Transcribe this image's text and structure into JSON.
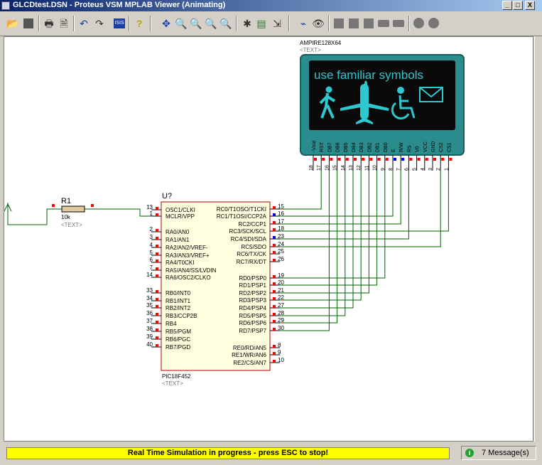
{
  "window": {
    "title": "GLCDtest.DSN - Proteus VSM MPLAB Viewer (Animating)",
    "buttons": [
      "_",
      "□",
      "X"
    ]
  },
  "toolbar": {
    "icons": [
      "open-icon",
      "save-icon",
      "print-icon",
      "print-area-icon",
      "undo-icon",
      "redo-icon",
      "isis-icon",
      "help-icon",
      "pan-icon",
      "zoom-in-icon",
      "zoom-out-icon",
      "zoom-all-icon",
      "zoom-area-icon",
      "debug-icon",
      "source-icon",
      "step-icon",
      "chart-icon",
      "watch-icon",
      "block-icon-1",
      "block-icon-2",
      "block-icon-3",
      "block-icon-4",
      "block-icon-5",
      "circle-icon-1",
      "circle-icon-2"
    ]
  },
  "schematic": {
    "resistor": {
      "ref": "R1",
      "value": "10k",
      "text": "<TEXT>"
    },
    "mcu": {
      "ref": "U?",
      "part": "PIC18F452",
      "text": "<TEXT>",
      "left_pins": [
        {
          "num": "13",
          "name": "OSC1/CLKI"
        },
        {
          "num": "1",
          "name": "MCLR/VPP"
        },
        {
          "num": "2",
          "name": "RA0/AN0"
        },
        {
          "num": "3",
          "name": "RA1/AN1"
        },
        {
          "num": "4",
          "name": "RA2/AN2/VREF-"
        },
        {
          "num": "5",
          "name": "RA3/AN3/VREF+"
        },
        {
          "num": "6",
          "name": "RA4/T0CKI"
        },
        {
          "num": "7",
          "name": "RA5/AN4/SS/LVDIN"
        },
        {
          "num": "14",
          "name": "RA6/OSC2/CLKO"
        },
        {
          "num": "33",
          "name": "RB0/INT0"
        },
        {
          "num": "34",
          "name": "RB1/INT1"
        },
        {
          "num": "35",
          "name": "RB2/INT2"
        },
        {
          "num": "36",
          "name": "RB3/CCP2B"
        },
        {
          "num": "37",
          "name": "RB4"
        },
        {
          "num": "38",
          "name": "RB5/PGM"
        },
        {
          "num": "39",
          "name": "RB6/PGC"
        },
        {
          "num": "40",
          "name": "RB7/PGD"
        }
      ],
      "right_pins": [
        {
          "num": "15",
          "name": "RC0/T1OSO/T1CKI"
        },
        {
          "num": "16",
          "name": "RC1/T1OSI/CCP2A"
        },
        {
          "num": "17",
          "name": "RC2/CCP1"
        },
        {
          "num": "18",
          "name": "RC3/SCK/SCL"
        },
        {
          "num": "23",
          "name": "RC4/SDI/SDA"
        },
        {
          "num": "24",
          "name": "RC5/SDO"
        },
        {
          "num": "25",
          "name": "RC6/TX/CK"
        },
        {
          "num": "26",
          "name": "RC7/RX/DT"
        },
        {
          "num": "19",
          "name": "RD0/PSP0"
        },
        {
          "num": "20",
          "name": "RD1/PSP1"
        },
        {
          "num": "21",
          "name": "RD2/PSP2"
        },
        {
          "num": "22",
          "name": "RD3/PSP3"
        },
        {
          "num": "27",
          "name": "RD4/PSP4"
        },
        {
          "num": "28",
          "name": "RD5/PSP5"
        },
        {
          "num": "29",
          "name": "RD6/PSP6"
        },
        {
          "num": "30",
          "name": "RD7/PSP7"
        },
        {
          "num": "8",
          "name": "RE0/RD/AN5"
        },
        {
          "num": "9",
          "name": "RE1/WR/AN6"
        },
        {
          "num": "10",
          "name": "RE2/CS/AN7"
        }
      ]
    },
    "lcd": {
      "ref": "AMPIRE128X64",
      "text": "<TEXT>",
      "display_text": "use familiar symbols",
      "pin_labels": [
        "-Vout",
        "RST",
        "DB7",
        "DB6",
        "DB5",
        "DB4",
        "DB3",
        "DB2",
        "DB1",
        "DB0",
        "E",
        "R/W",
        "RS",
        "V0",
        "VCC",
        "GND",
        "CS2",
        "CS1"
      ],
      "pin_numbers": [
        "18",
        "17",
        "16",
        "15",
        "14",
        "13",
        "12",
        "11",
        "10",
        "9",
        "8",
        "7",
        "6",
        "5",
        "4",
        "3",
        "2",
        "1"
      ]
    }
  },
  "status": {
    "simulation": "Real Time Simulation in progress - press ESC to stop!",
    "messages": "7 Message(s)"
  },
  "colors": {
    "lcd_bezel": "#2a8c8c",
    "lcd_screen": "#0a0a0a",
    "lcd_pixels": "#2ec8d0",
    "wire": "#006400",
    "pin_high": "#ff0000",
    "pin_low": "#0000ff",
    "status_yellow": "#ffff00"
  }
}
